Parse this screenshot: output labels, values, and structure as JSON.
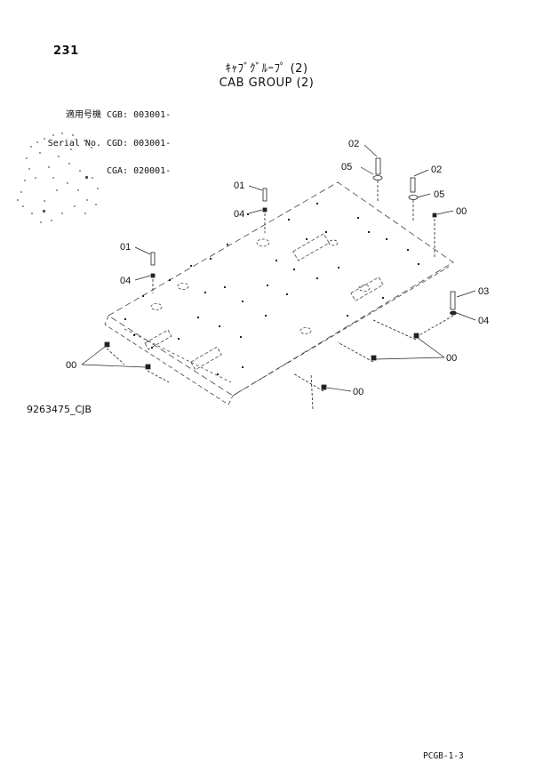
{
  "page": {
    "number": "231"
  },
  "title": {
    "japanese": "ｷｬﾌﾞｸﾞﾙｰﾌﾟ (2)",
    "english": "CAB GROUP (2)"
  },
  "serial": {
    "label_jp": "適用号機",
    "label_en": "Serial No.",
    "rows": [
      "CGB: 003001-",
      "CGD: 003001-",
      "CGA: 020001-"
    ]
  },
  "drawing_id": "9263475_CJB",
  "footer_code": "PCGB-1-3",
  "callouts": [
    "02",
    "05",
    "02",
    "05",
    "00",
    "01",
    "04",
    "01",
    "04",
    "03",
    "04",
    "00",
    "00",
    "00"
  ]
}
